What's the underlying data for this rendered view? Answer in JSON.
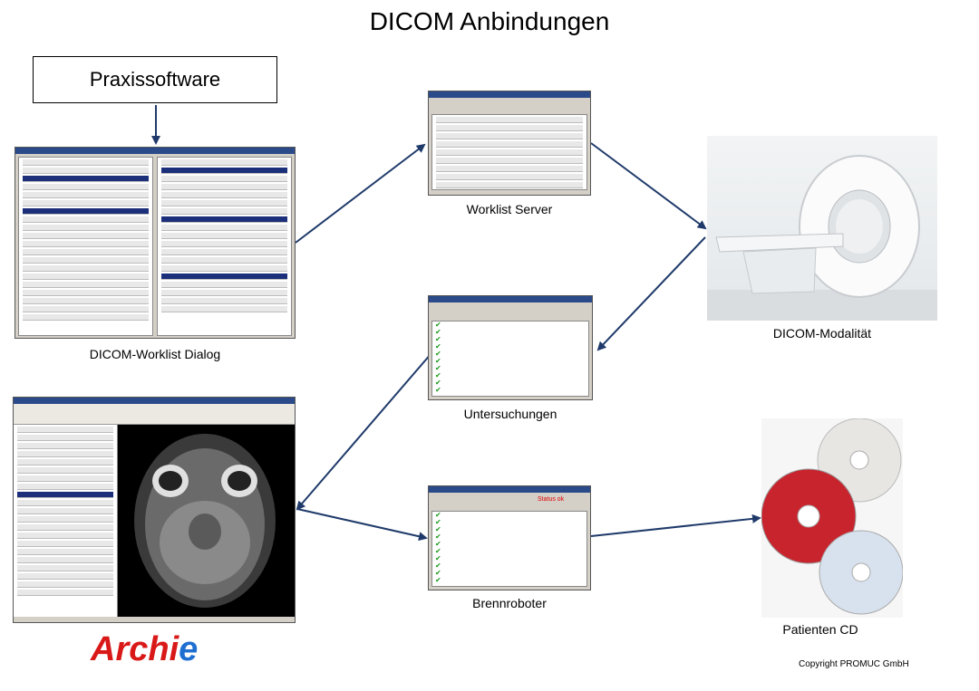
{
  "title": "DICOM Anbindungen",
  "nodes": {
    "praxissoftware": "Praxissoftware",
    "worklist_dialog": "DICOM-Worklist Dialog",
    "worklist_server": "Worklist Server",
    "modalitaet": "DICOM-Modalität",
    "untersuchungen": "Untersuchungen",
    "brennroboter": "Brennroboter",
    "patienten_cd": "Patienten CD"
  },
  "logo": "Archie",
  "copyright": "Copyright PROMUC GmbH",
  "brenn_status": "Status ok"
}
